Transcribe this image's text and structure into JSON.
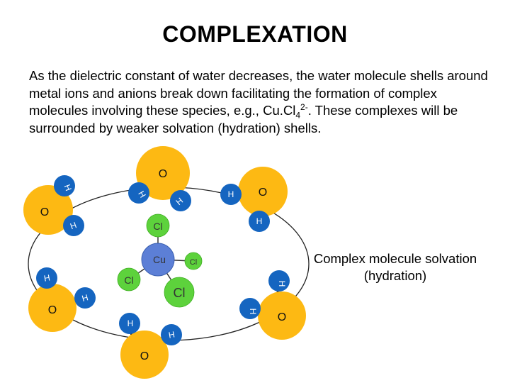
{
  "title": "COMPLEXATION",
  "paragraph": {
    "before": "As the dielectric constant of water decreases, the water molecule shells around metal ions and anions break down facilitating the formation of complex molecules involving these species, e.g., Cu.Cl",
    "subscript": "4",
    "superscript": "2-",
    "after": ". These complexes will be surrounded by weaker solvation (hydration) shells."
  },
  "caption": "Complex molecule solvation (hydration)",
  "diagram": {
    "atoms": {
      "oxygen": "O",
      "hydrogen": "H",
      "copper": "Cu",
      "chlorine": "Cl"
    },
    "colors": {
      "oxygen": "#FDB913",
      "hydrogen": "#1565C0",
      "copper": "#5C7FD6",
      "chlorine": "#5DD23C",
      "bond": "#111111",
      "shell": "#222222"
    }
  }
}
